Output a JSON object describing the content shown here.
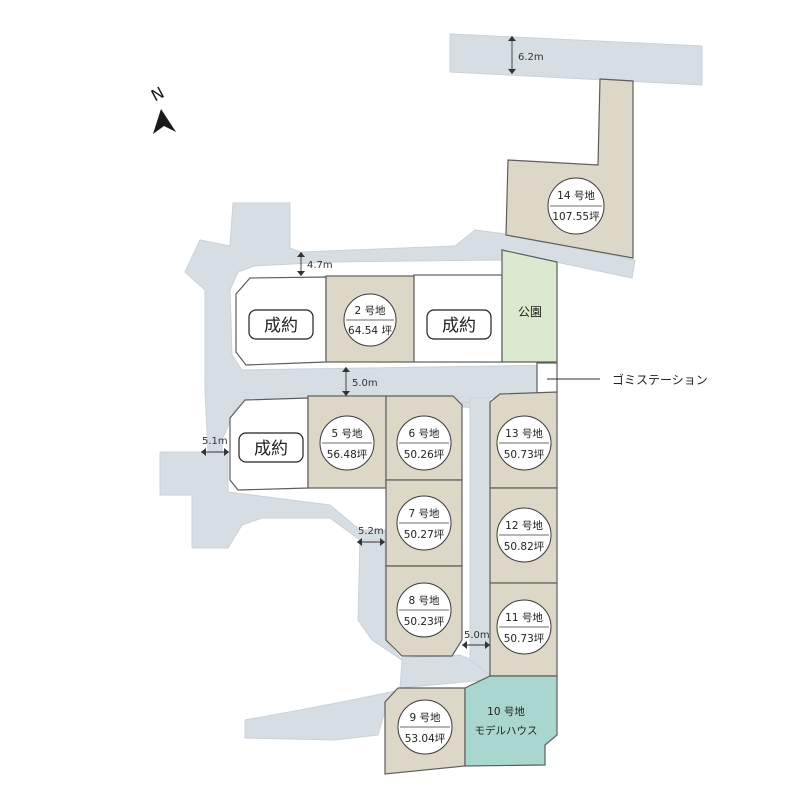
{
  "north_label": "N",
  "lots": [
    {
      "id": "lot-14",
      "number": "14 号地",
      "area": "107.55坪"
    },
    {
      "id": "lot-2",
      "number": "2 号地",
      "area": "64.54 坪"
    },
    {
      "id": "lot-5",
      "number": "5 号地",
      "area": "56.48坪"
    },
    {
      "id": "lot-6",
      "number": "6 号地",
      "area": "50.26坪"
    },
    {
      "id": "lot-7",
      "number": "7 号地",
      "area": "50.27坪"
    },
    {
      "id": "lot-8",
      "number": "8 号地",
      "area": "50.23坪"
    },
    {
      "id": "lot-9",
      "number": "9 号地",
      "area": "53.04坪"
    },
    {
      "id": "lot-10",
      "number": "10 号地",
      "area": "モデルハウス"
    },
    {
      "id": "lot-11",
      "number": "11 号地",
      "area": "50.73坪"
    },
    {
      "id": "lot-12",
      "number": "12 号地",
      "area": "50.82坪"
    },
    {
      "id": "lot-13",
      "number": "13 号地",
      "area": "50.73坪"
    }
  ],
  "sold_label": "成約",
  "park_label": "公園",
  "garbage_station_label": "ゴミステーション",
  "road_widths": {
    "top": "6.2m",
    "north": "4.7m",
    "middle": "5.0m",
    "west": "5.1m",
    "south": "5.2m",
    "east": "5.0m"
  },
  "colors": {
    "lot": "#ddd7c8",
    "road": "#d6dee4",
    "park": "#dae9cf",
    "model_house": "#a9d7cf"
  }
}
